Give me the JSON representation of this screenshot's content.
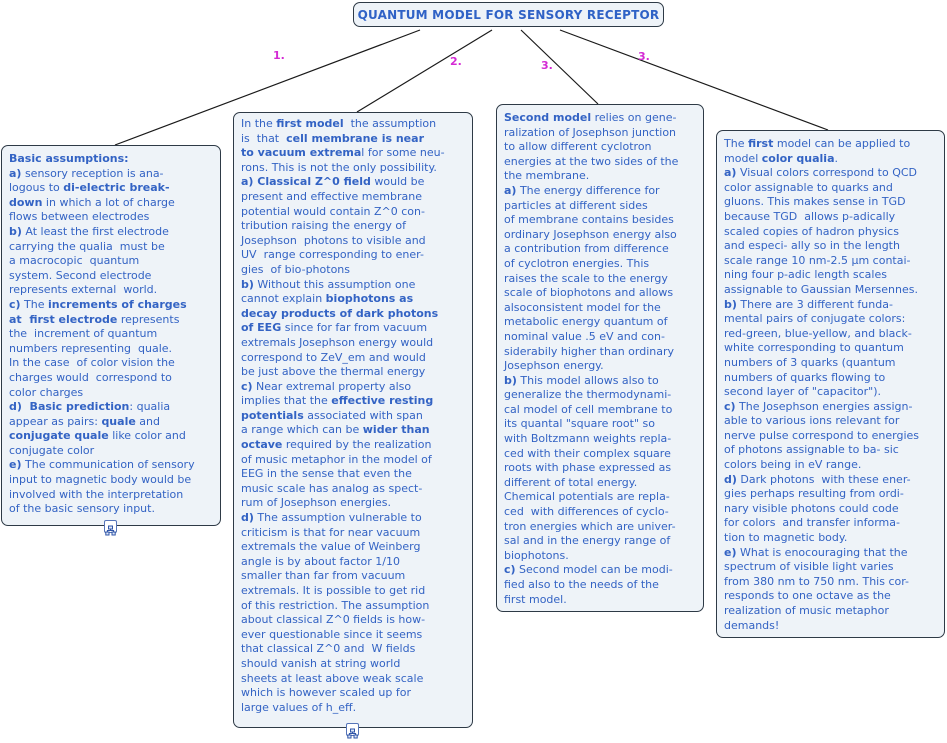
{
  "title": "QUANTUM MODEL FOR SENSORY RECEPTOR",
  "link_labels": [
    "1.",
    "2.",
    "3.",
    "3."
  ],
  "icons": {
    "expand": "concept-map-expand-icon"
  },
  "colors": {
    "text": "#3363c4",
    "title": "#2f62c6",
    "label": "#d42ad4",
    "box_fill": "#eef3f8",
    "border": "#2e3a46"
  },
  "boxes": [
    {
      "lines": [
        [
          {
            "t": "Basic assumptions:",
            "b": true
          }
        ],
        [
          {
            "t": "a)",
            "b": true
          },
          {
            "t": " sensory reception is ana-"
          }
        ],
        [
          {
            "t": "logous to "
          },
          {
            "t": "di-electric break-",
            "b": true
          }
        ],
        [
          {
            "t": "down",
            "b": true
          },
          {
            "t": " in which a lot of charge"
          }
        ],
        [
          {
            "t": "flows between electrodes"
          }
        ],
        [
          {
            "t": "b)",
            "b": true
          },
          {
            "t": " At least the first electrode"
          }
        ],
        [
          {
            "t": "carrying the qualia  must be"
          }
        ],
        [
          {
            "t": "a macrocopic  quantum"
          }
        ],
        [
          {
            "t": "system. Second electrode"
          }
        ],
        [
          {
            "t": "represents external  world."
          }
        ],
        [
          {
            "t": "c)",
            "b": true
          },
          {
            "t": " The "
          },
          {
            "t": "increments of charges",
            "b": true
          }
        ],
        [
          {
            "t": "at  first electrode",
            "b": true
          },
          {
            "t": " represents"
          }
        ],
        [
          {
            "t": "the  increment of quantum"
          }
        ],
        [
          {
            "t": "numbers representing  quale."
          }
        ],
        [
          {
            "t": "In the case  of color vision the"
          }
        ],
        [
          {
            "t": "charges would  correspond to"
          }
        ],
        [
          {
            "t": "color charges"
          }
        ],
        [
          {
            "t": "d)  Basic prediction",
            "b": true
          },
          {
            "t": ": qualia"
          }
        ],
        [
          {
            "t": "appear as pairs: "
          },
          {
            "t": "quale",
            "b": true
          },
          {
            "t": " and"
          }
        ],
        [
          {
            "t": "conjugate quale",
            "b": true
          },
          {
            "t": " like color and"
          }
        ],
        [
          {
            "t": "conjugate color"
          }
        ],
        [
          {
            "t": "e)",
            "b": true
          },
          {
            "t": " The communication of sensory"
          }
        ],
        [
          {
            "t": "input to magnetic body would be"
          }
        ],
        [
          {
            "t": "involved with the interpretation"
          }
        ],
        [
          {
            "t": "of the basic sensory input."
          }
        ]
      ]
    },
    {
      "lines": [
        [
          {
            "t": "In the "
          },
          {
            "t": "first model",
            "b": true
          },
          {
            "t": "  the assumption"
          }
        ],
        [
          {
            "t": "is  that  "
          },
          {
            "t": "cell membrane is near",
            "b": true
          }
        ],
        [
          {
            "t": "to vacuum extrema",
            "b": true
          },
          {
            "t": "l for some neu-"
          }
        ],
        [
          {
            "t": "rons. This is not the only possibility."
          }
        ],
        [
          {
            "t": "a) Classical Z^0 field",
            "b": true
          },
          {
            "t": " would be"
          }
        ],
        [
          {
            "t": "present and effective membrane"
          }
        ],
        [
          {
            "t": "potential would contain Z^0 con-"
          }
        ],
        [
          {
            "t": "tribution raising the energy of"
          }
        ],
        [
          {
            "t": "Josephson  photons to visible and"
          }
        ],
        [
          {
            "t": "UV  range corresponding to ener-"
          }
        ],
        [
          {
            "t": "gies  of bio-photons"
          }
        ],
        [
          {
            "t": "b)",
            "b": true
          },
          {
            "t": " Without this assumption one"
          }
        ],
        [
          {
            "t": "cannot explain "
          },
          {
            "t": "biophotons as",
            "b": true
          }
        ],
        [
          {
            "t": "decay products of dark photons",
            "b": true
          }
        ],
        [
          {
            "t": "of EEG",
            "b": true
          },
          {
            "t": " since for far from vacuum"
          }
        ],
        [
          {
            "t": "extremals Josephson energy would"
          }
        ],
        [
          {
            "t": "correspond to ZeV_em and would"
          }
        ],
        [
          {
            "t": "be just above the thermal energy"
          }
        ],
        [
          {
            "t": "c)",
            "b": true
          },
          {
            "t": " Near extremal property also"
          }
        ],
        [
          {
            "t": "implies that the "
          },
          {
            "t": "effective resting",
            "b": true
          }
        ],
        [
          {
            "t": "potentials",
            "b": true
          },
          {
            "t": " associated with span"
          }
        ],
        [
          {
            "t": "a range which can be "
          },
          {
            "t": "wider than",
            "b": true
          }
        ],
        [
          {
            "t": "octave",
            "b": true
          },
          {
            "t": " required by the realization"
          }
        ],
        [
          {
            "t": "of music metaphor in the model of"
          }
        ],
        [
          {
            "t": "EEG in the sense that even the"
          }
        ],
        [
          {
            "t": "music scale has analog as spect-"
          }
        ],
        [
          {
            "t": "rum of Josephson energies."
          }
        ],
        [
          {
            "t": "d)",
            "b": true
          },
          {
            "t": " The assumption vulnerable to"
          }
        ],
        [
          {
            "t": "criticism is that for near vacuum"
          }
        ],
        [
          {
            "t": "extremals the value of Weinberg"
          }
        ],
        [
          {
            "t": "angle is by about factor 1/10"
          }
        ],
        [
          {
            "t": "smaller than far from vacuum"
          }
        ],
        [
          {
            "t": "extremals. It is possible to get rid"
          }
        ],
        [
          {
            "t": "of this restriction. The assumption"
          }
        ],
        [
          {
            "t": "about classical Z^0 fields is how-"
          }
        ],
        [
          {
            "t": "ever questionable since it seems"
          }
        ],
        [
          {
            "t": "that classical Z^0 and  W fields"
          }
        ],
        [
          {
            "t": "should vanish at string world"
          }
        ],
        [
          {
            "t": "sheets at least above weak scale"
          }
        ],
        [
          {
            "t": "which is however scaled up for"
          }
        ],
        [
          {
            "t": "large values of h_eff."
          }
        ]
      ]
    },
    {
      "lines": [
        [
          {
            "t": "Second model",
            "b": true
          },
          {
            "t": " relies on gene-"
          }
        ],
        [
          {
            "t": "ralization of Josephson junction"
          }
        ],
        [
          {
            "t": "to allow different cyclotron"
          }
        ],
        [
          {
            "t": "energies at the two sides of the"
          }
        ],
        [
          {
            "t": "the membrane."
          }
        ],
        [
          {
            "t": "a)",
            "b": true
          },
          {
            "t": " The energy difference for"
          }
        ],
        [
          {
            "t": "particles at different sides"
          }
        ],
        [
          {
            "t": "of membrane contains besides"
          }
        ],
        [
          {
            "t": "ordinary Josephson energy also"
          }
        ],
        [
          {
            "t": "a contribution from difference"
          }
        ],
        [
          {
            "t": "of cyclotron energies. This"
          }
        ],
        [
          {
            "t": "raises the scale to the energy"
          }
        ],
        [
          {
            "t": "scale of biophotons and allows"
          }
        ],
        [
          {
            "t": "alsoconsistent model for the"
          }
        ],
        [
          {
            "t": "metabolic energy quantum of"
          }
        ],
        [
          {
            "t": "nominal value .5 eV and con-"
          }
        ],
        [
          {
            "t": "siderabily higher than ordinary"
          }
        ],
        [
          {
            "t": "Josephson energy."
          }
        ],
        [
          {
            "t": "b)",
            "b": true
          },
          {
            "t": " This model allows also to"
          }
        ],
        [
          {
            "t": "generalize the thermodynami-"
          }
        ],
        [
          {
            "t": "cal model of cell membrane to"
          }
        ],
        [
          {
            "t": "its quantal \"square root\" so"
          }
        ],
        [
          {
            "t": "with Boltzmann weights repla-"
          }
        ],
        [
          {
            "t": "ced with their complex square"
          }
        ],
        [
          {
            "t": "roots with phase expressed as"
          }
        ],
        [
          {
            "t": "different of total energy."
          }
        ],
        [
          {
            "t": "Chemical potentials are repla-"
          }
        ],
        [
          {
            "t": "ced  with differences of cyclo-"
          }
        ],
        [
          {
            "t": "tron energies which are univer-"
          }
        ],
        [
          {
            "t": "sal and in the energy range of"
          }
        ],
        [
          {
            "t": "biophotons."
          }
        ],
        [
          {
            "t": "c)",
            "b": true
          },
          {
            "t": " Second model can be modi-"
          }
        ],
        [
          {
            "t": "fied also to the needs of the"
          }
        ],
        [
          {
            "t": "first model."
          }
        ]
      ]
    },
    {
      "lines": [
        [
          {
            "t": "The "
          },
          {
            "t": "first",
            "b": true
          },
          {
            "t": " model can be applied to"
          }
        ],
        [
          {
            "t": "model "
          },
          {
            "t": "color qualia",
            "b": true
          },
          {
            "t": "."
          }
        ],
        [
          {
            "t": "a)",
            "b": true
          },
          {
            "t": " Visual colors correspond to QCD"
          }
        ],
        [
          {
            "t": "color assignable to quarks and"
          }
        ],
        [
          {
            "t": "gluons. This makes sense in TGD"
          }
        ],
        [
          {
            "t": "because TGD  allows p-adically"
          }
        ],
        [
          {
            "t": "scaled copies of hadron physics"
          }
        ],
        [
          {
            "t": "and especi- ally so in the length"
          }
        ],
        [
          {
            "t": "scale range 10 nm-2.5 μm contai-"
          }
        ],
        [
          {
            "t": "ning four p-adic length scales"
          }
        ],
        [
          {
            "t": "assignable to Gaussian Mersennes."
          }
        ],
        [
          {
            "t": "b)",
            "b": true
          },
          {
            "t": " There are 3 different funda-"
          }
        ],
        [
          {
            "t": "mental pairs of conjugate colors:"
          }
        ],
        [
          {
            "t": "red-green, blue-yellow, and black-"
          }
        ],
        [
          {
            "t": "white corresponding to quantum"
          }
        ],
        [
          {
            "t": "numbers of 3 quarks (quantum"
          }
        ],
        [
          {
            "t": "numbers of quarks flowing to"
          }
        ],
        [
          {
            "t": "second layer of \"capacitor\")."
          }
        ],
        [
          {
            "t": "c)",
            "b": true
          },
          {
            "t": " The Josephson energies assign-"
          }
        ],
        [
          {
            "t": "able to various ions relevant for"
          }
        ],
        [
          {
            "t": "nerve pulse correspond to energies"
          }
        ],
        [
          {
            "t": "of photons assignable to ba- sic"
          }
        ],
        [
          {
            "t": "colors being in eV range."
          }
        ],
        [
          {
            "t": "d)",
            "b": true
          },
          {
            "t": " Dark photons  with these ener-"
          }
        ],
        [
          {
            "t": "gies perhaps resulting from ordi-"
          }
        ],
        [
          {
            "t": "nary visible photons could code"
          }
        ],
        [
          {
            "t": "for colors  and transfer informa-"
          }
        ],
        [
          {
            "t": "tion to magnetic body."
          }
        ],
        [
          {
            "t": "e)",
            "b": true
          },
          {
            "t": " What is enocouraging that the"
          }
        ],
        [
          {
            "t": "spectrum of visible light varies"
          }
        ],
        [
          {
            "t": "from 380 nm to 750 nm. This cor-"
          }
        ],
        [
          {
            "t": "responds to one octave as the"
          }
        ],
        [
          {
            "t": "realization of music metaphor"
          }
        ],
        [
          {
            "t": "demands!"
          }
        ]
      ]
    }
  ]
}
